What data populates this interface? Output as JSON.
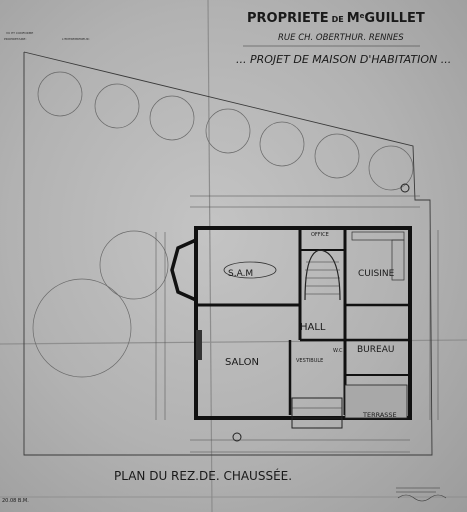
{
  "title": {
    "line1_a": "PROPRIETE",
    "line1_b": "DE",
    "line1_c": "M",
    "line1_d": "GUILLET",
    "line2": "RUE CH. OBERTHUR. RENNES",
    "line3": "PROJET DE MAISON D'HABITATION"
  },
  "top_left_note": [
    "VU ET CONFORME",
    "PROPRIETAIRE:",
    "L'ENTREPRENEUR:"
  ],
  "plan_title": "PLAN DU REZ.DE. CHAUSSÉE.",
  "rooms": {
    "salle": "S.A.M",
    "office": "OFFICE",
    "cuisine": "CUISINE",
    "hall": "HALL",
    "salon": "SALON",
    "vestibule": "VESTIBULE",
    "wc": "W.C",
    "bureau": "BUREAU",
    "terrasse": "TERRASSE"
  },
  "footer_left": "20.08 B.M.",
  "colors": {
    "ink": "#1a1a1a",
    "paper": "#bdbdbd"
  }
}
